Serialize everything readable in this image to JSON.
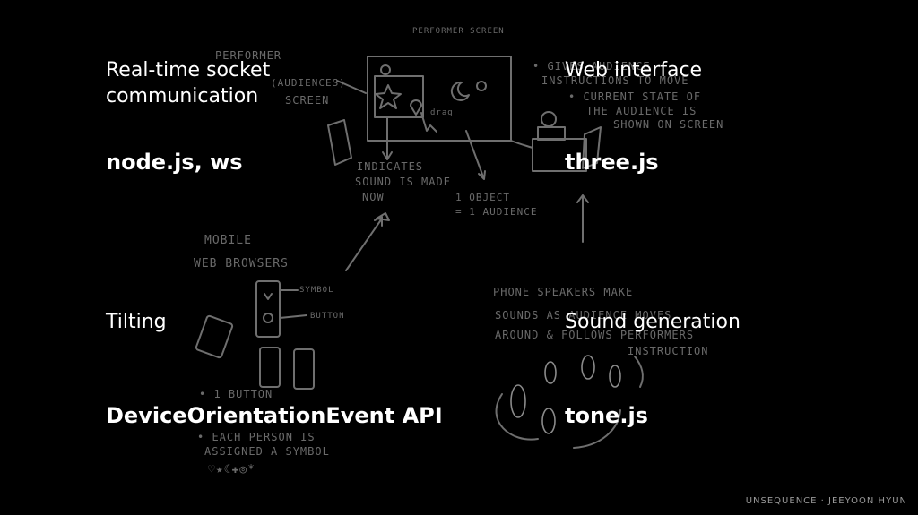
{
  "labels": {
    "realtime": "Real-time socket\ncommunication",
    "node": "node.js, ws",
    "web_interface": "Web interface",
    "three": "three.js",
    "tilting": "Tilting",
    "device_api": "DeviceOrientationEvent API",
    "sound_gen": "Sound generation",
    "tone": "tone.js"
  },
  "footer": "UNSEQUENCE · JEEYOON HYUN",
  "sketch_notes": {
    "performer_screen": "PERFORMER SCREEN",
    "performer_note1": "PERFORMER",
    "performer_note2": "(AUDIENCES)",
    "performer_note3": "SCREEN",
    "gives_1": "• GIVES AUDIENCE",
    "gives_2": "INSTRUCTIONS TO MOVE",
    "current_1": "• CURRENT STATE OF",
    "current_2": "THE AUDIENCE IS",
    "current_3": "SHOWN ON SCREEN",
    "indicates_1": "INDICATES",
    "indicates_2": "SOUND IS MADE",
    "indicates_3": "NOW",
    "object_1": "1 OBJECT",
    "object_2": "= 1 AUDIENCE",
    "mobile_1": "MOBILE",
    "mobile_2": "WEB BROWSERS",
    "symbol": "SYMBOL",
    "button": "BUTTON",
    "drag": "drag",
    "phone_1": "PHONE SPEAKERS MAKE",
    "phone_2": "SOUNDS AS AUDIENCE MOVES",
    "phone_3": "AROUND & FOLLOWS PERFORMERS",
    "phone_4": "INSTRUCTION",
    "onebutton": "• 1 BUTTON",
    "each_1": "• EACH PERSON IS",
    "each_2": "ASSIGNED A SYMBOL"
  }
}
